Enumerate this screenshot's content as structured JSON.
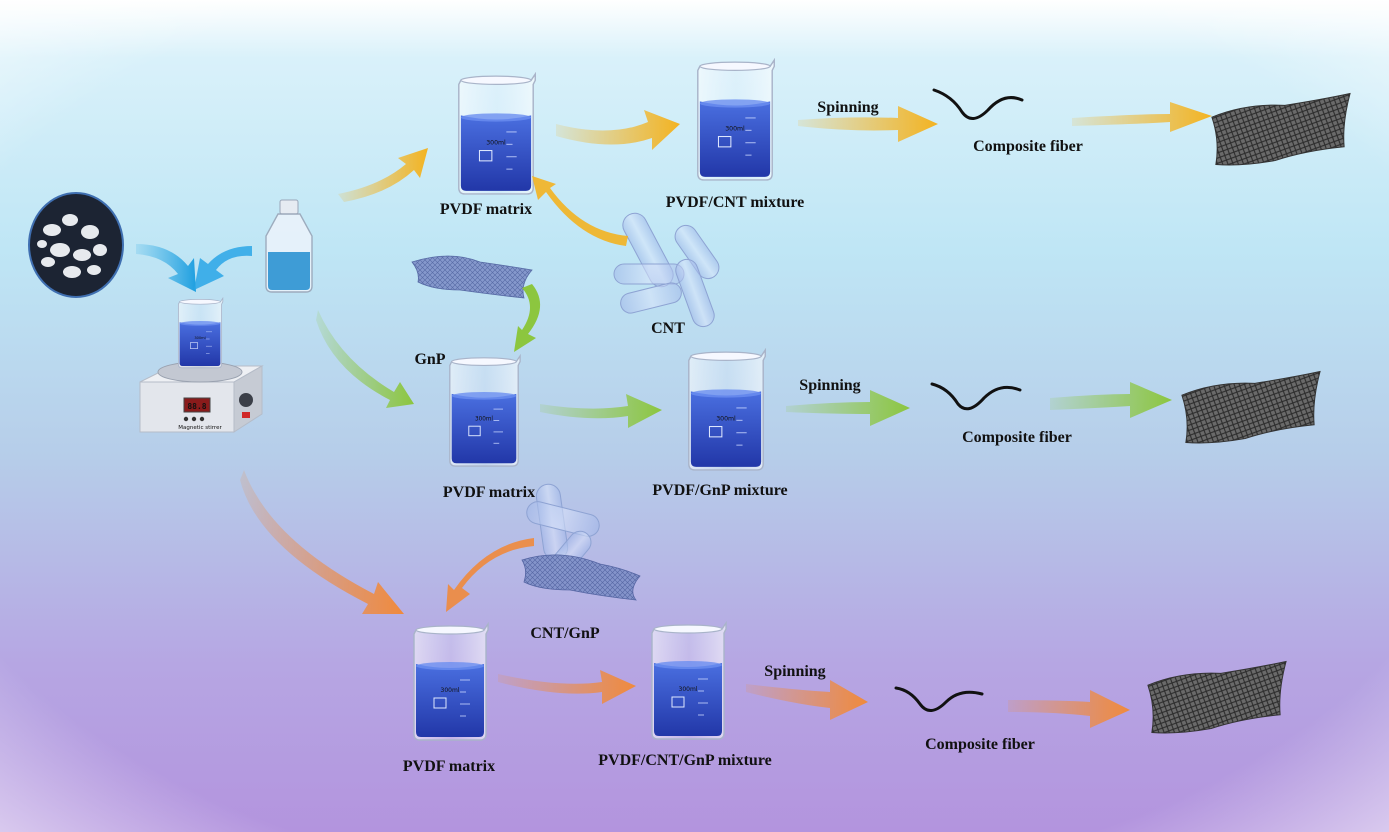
{
  "labels": {
    "row1_matrix": "PVDF matrix",
    "row1_mixture": "PVDF/CNT mixture",
    "row1_spinning": "Spinning",
    "row1_fiber": "Composite fiber",
    "row2_matrix": "PVDF matrix",
    "row2_mixture": "PVDF/GnP mixture",
    "row2_spinning": "Spinning",
    "row2_fiber": "Composite fiber",
    "row3_matrix": "PVDF matrix",
    "row3_mixture": "PVDF/CNT/GnP mixture",
    "row3_spinning": "Spinning",
    "row3_fiber": "Composite fiber",
    "cnt": "CNT",
    "gnp": "GnP",
    "cnt_gnp": "CNT/GnP",
    "stirrer": "Magnetic stirrer",
    "beaker_volume": "300ml"
  },
  "colors": {
    "row1_arrow": "#f3b321",
    "row2_arrow": "#8cc63f",
    "row3_arrow": "#f08a3c",
    "feed_arrow": "#3fb1e6",
    "liquid": "#2f4fc0",
    "background_top": "#ffffff",
    "background_mid": "#bfe6f5",
    "background_bottom": "#b59ce0"
  },
  "icons": [
    "pvdf-pellets-icon",
    "solvent-bottle-icon",
    "magnetic-stirrer-icon",
    "beaker-icon",
    "cnt-tubes-icon",
    "gnp-sheet-icon",
    "fiber-icon",
    "fiber-mesh-icon"
  ]
}
